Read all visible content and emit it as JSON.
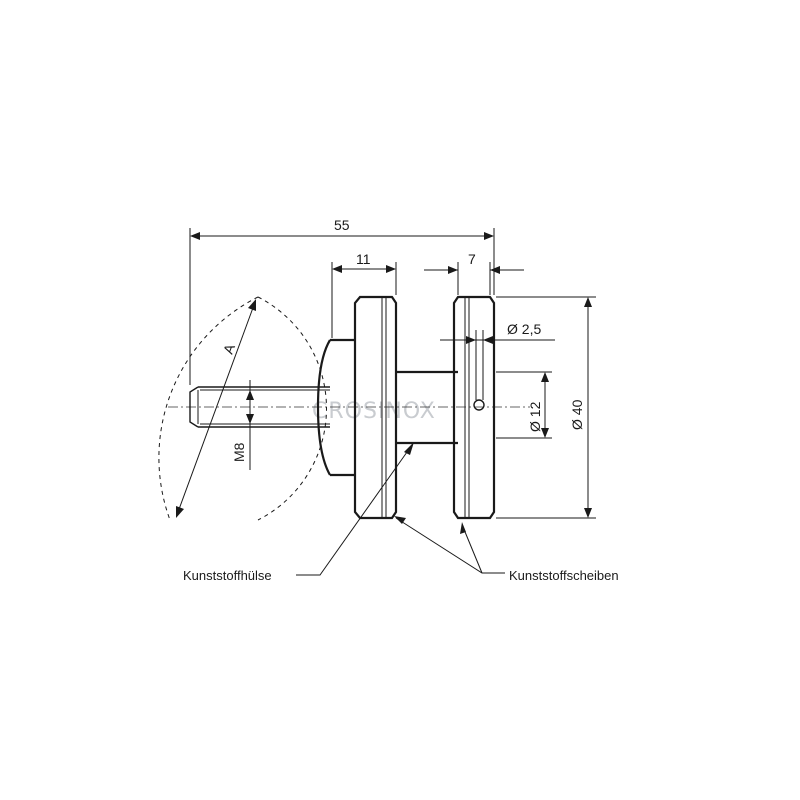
{
  "dimensions": {
    "total_length": "55",
    "sleeve_width": "11",
    "disc_width": "7",
    "pin_diameter": "Ø 2,5",
    "shaft_diameter": "Ø 12",
    "disc_diameter": "Ø 40",
    "thread": "M8",
    "angle_ref": "A"
  },
  "labels": {
    "sleeve": "Kunststoffhülse",
    "discs": "Kunststoffscheiben"
  },
  "watermark": "CROSINOX"
}
